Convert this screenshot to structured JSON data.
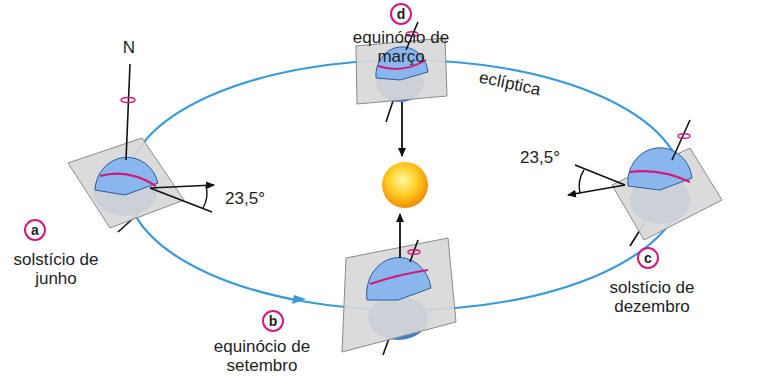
{
  "diagram": {
    "nodes": [
      {
        "text": [
          "d"
        ]
      },
      {
        "text": [
          "a"
        ]
      },
      {
        "text": [
          "b"
        ]
      },
      {
        "text": [
          "c"
        ]
      }
    ],
    "labels": [
      "N",
      "equinócio de março",
      "eclíptica",
      "23,5°",
      "23,5°",
      "solstício de junho",
      "equinócio de setembro",
      "solstício de dezembro"
    ]
  }
}
